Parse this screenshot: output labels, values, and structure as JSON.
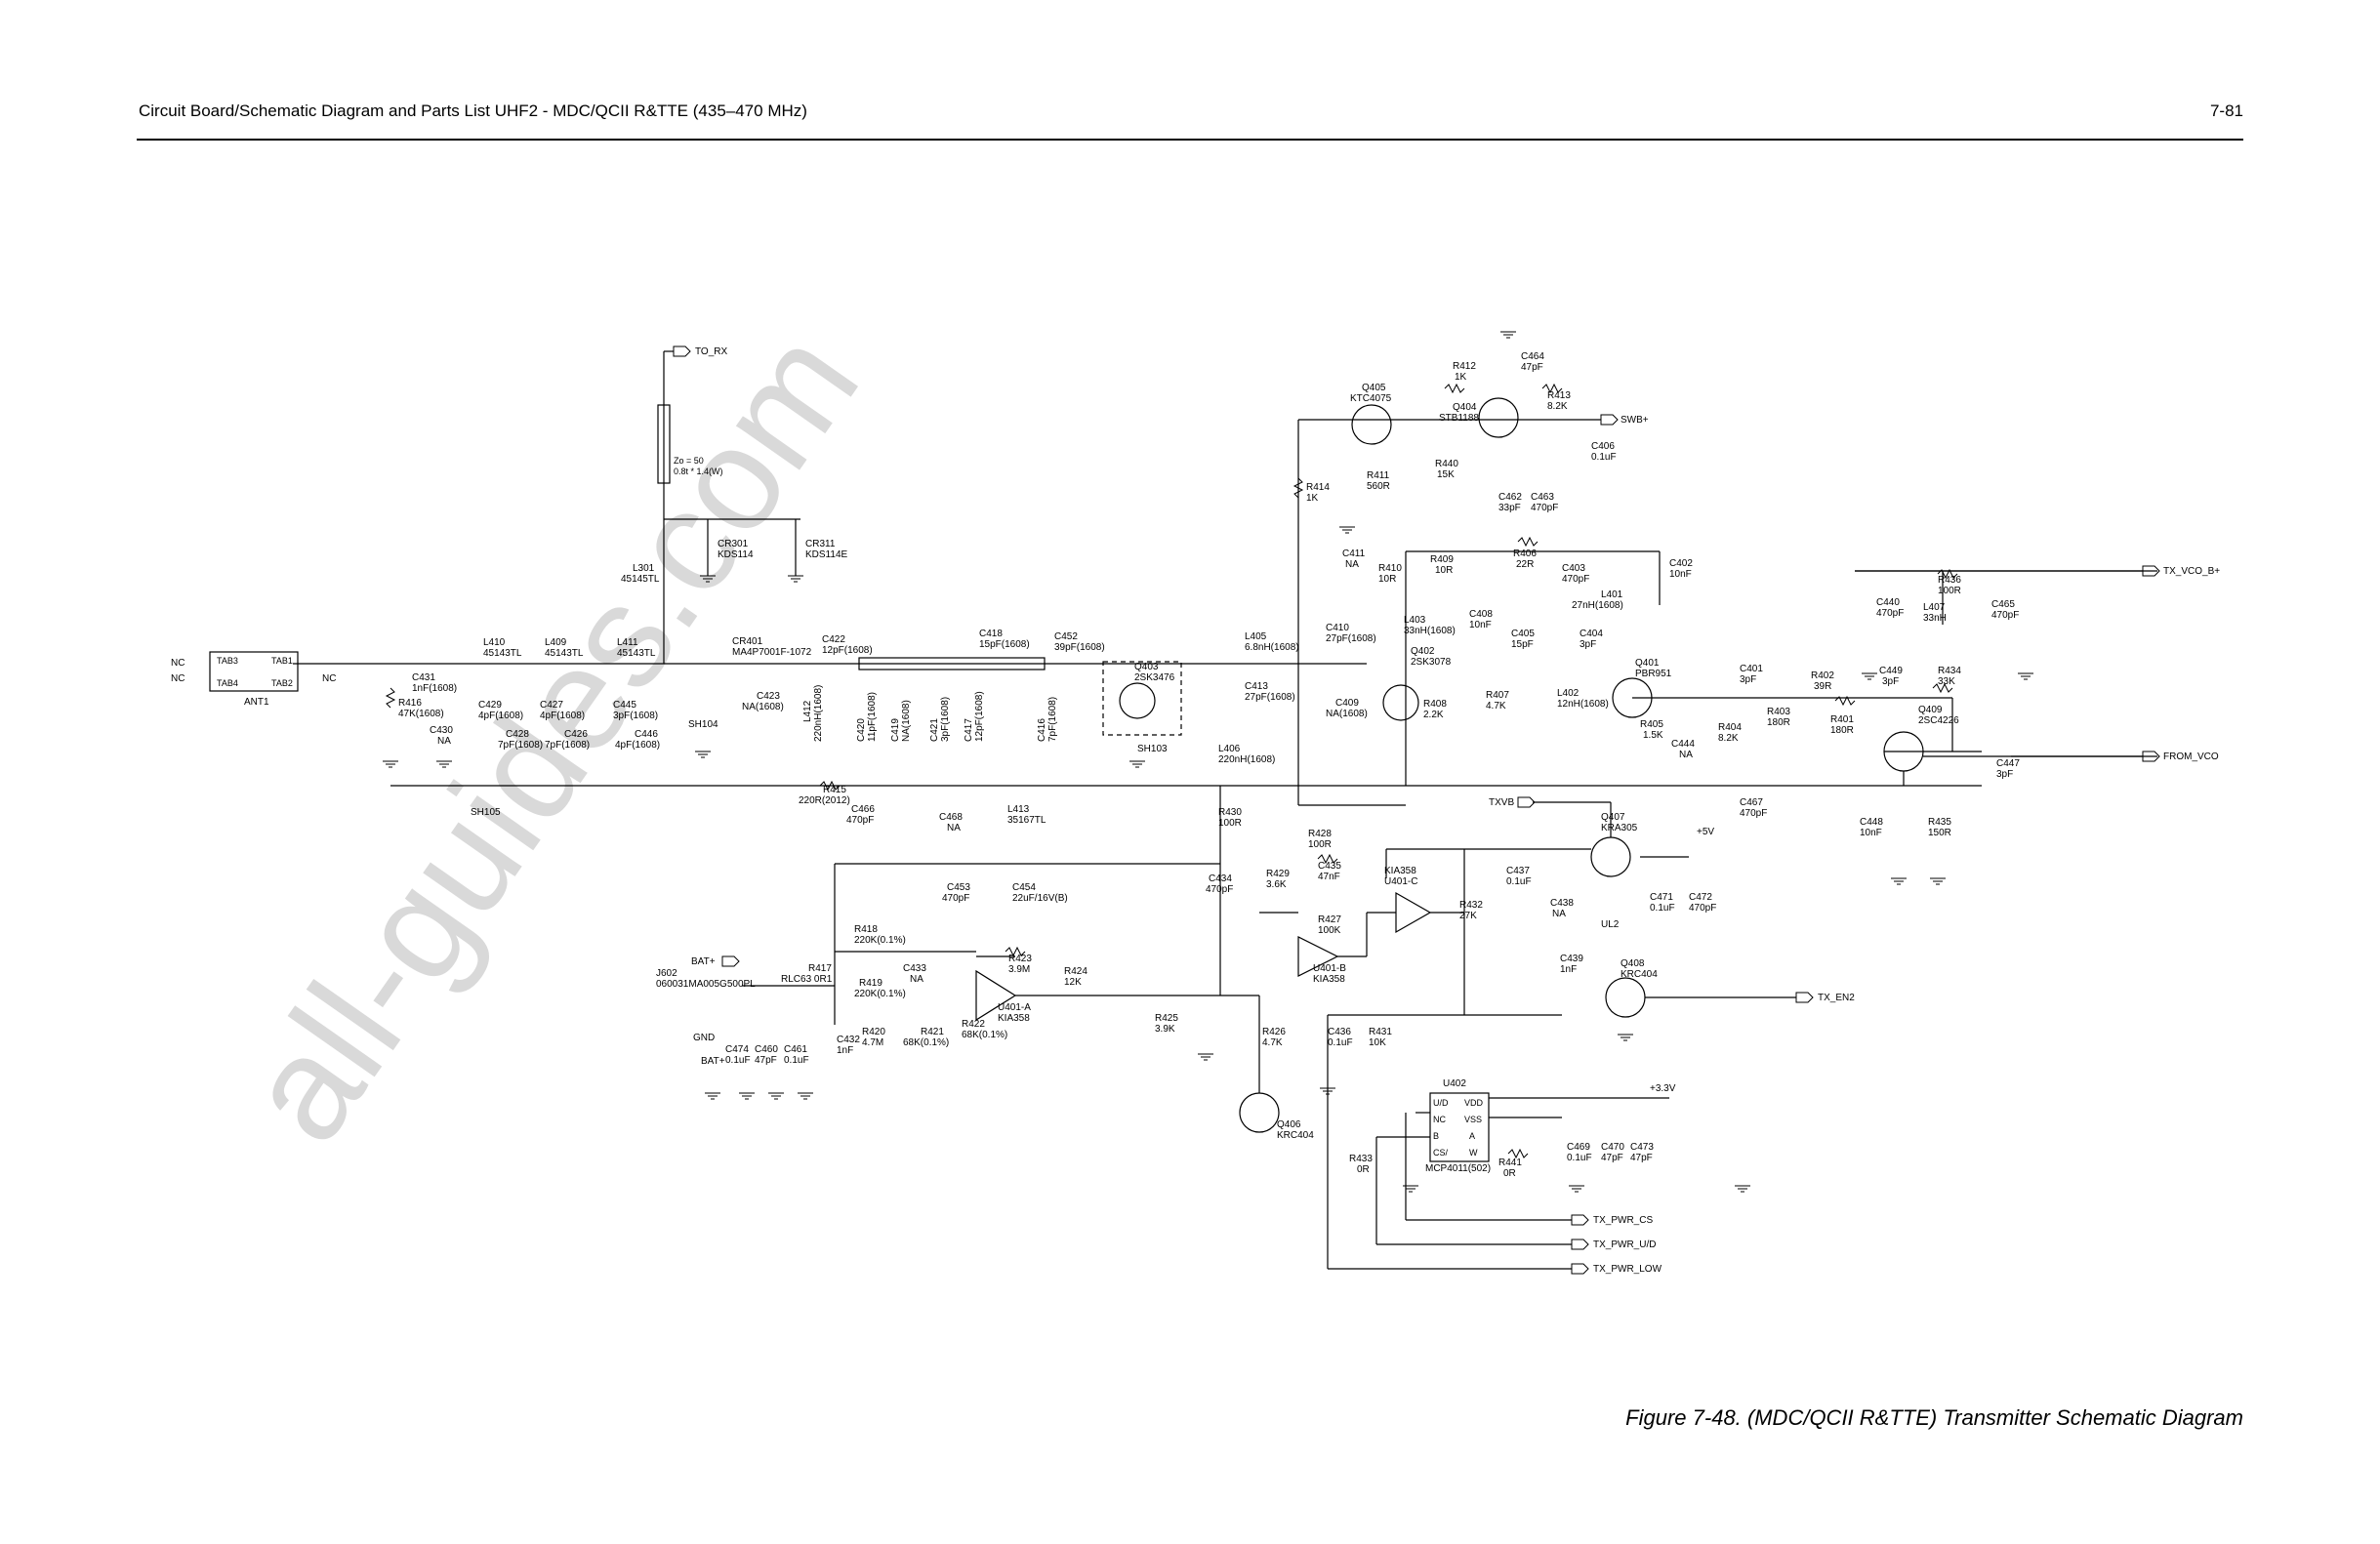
{
  "header": {
    "title": "Circuit Board/Schematic Diagram and Parts List UHF2 - MDC/QCII R&TTE (435–470 MHz)",
    "page_number": "7-81"
  },
  "caption": "Figure 7-48. (MDC/QCII R&TTE) Transmitter Schematic Diagram",
  "watermark": "all-guides.com",
  "ports": {
    "to_rx": "TO_RX",
    "swb": "SWB+",
    "tx_vco_b": "TX_VCO_B+",
    "from_vco": "FROM_VCO",
    "txvb": "TXVB",
    "tx_en2": "TX_EN2",
    "bat": "BAT+",
    "tx_pwr_cs": "TX_PWR_CS",
    "tx_pwr_ud": "TX_PWR_U/D",
    "tx_pwr_low": "TX_PWR_LOW",
    "v5": "+5V",
    "v33": "+3.3V"
  },
  "components": {
    "ant": {
      "tab3": "TAB3",
      "tab4": "TAB4",
      "tab1": "TAB1",
      "tab2": "TAB2",
      "name": "ANT1",
      "nc1": "NC",
      "nc2": "NC",
      "nc3": "NC"
    },
    "zo": {
      "l1": "Zo = 50",
      "l2": "0.8t * 1.4(W)"
    },
    "cr301": {
      "name": "CR301",
      "val": "KDS114"
    },
    "cr311": {
      "name": "CR311",
      "val": "KDS114E"
    },
    "l301": {
      "name": "L301",
      "val": "45145TL"
    },
    "cr401": {
      "name": "CR401",
      "val": "MA4P7001F-1072"
    },
    "c422": {
      "name": "C422",
      "val": "12pF(1608)"
    },
    "c418": {
      "name": "C418",
      "val": "15pF(1608)"
    },
    "c452": {
      "name": "C452",
      "val": "39pF(1608)"
    },
    "l410": {
      "name": "L410",
      "val": "45143TL"
    },
    "l409": {
      "name": "L409",
      "val": "45143TL"
    },
    "l411": {
      "name": "L411",
      "val": "45143TL"
    },
    "c431": {
      "name": "C431",
      "val": "1nF(1608)"
    },
    "r416": {
      "name": "R416",
      "val": "47K(1608)"
    },
    "c430": {
      "name": "C430",
      "val": "NA"
    },
    "c429": {
      "name": "C429",
      "val": "4pF(1608)"
    },
    "c428": {
      "name": "C428",
      "val": "7pF(1608)"
    },
    "c427": {
      "name": "C427",
      "val": "4pF(1608)"
    },
    "c426": {
      "name": "C426",
      "val": "7pF(1608)"
    },
    "c445": {
      "name": "C445",
      "val": "3pF(1608)"
    },
    "c446": {
      "name": "C446",
      "val": "4pF(1608)"
    },
    "sh104": {
      "name": "SH104"
    },
    "sh105": {
      "name": "SH105"
    },
    "sh103": {
      "name": "SH103"
    },
    "c423": {
      "name": "C423",
      "val": "NA(1608)"
    },
    "l412": {
      "name": "L412",
      "val": "220nH(1608)"
    },
    "c420": {
      "name": "C420",
      "val": "11pF(1608)"
    },
    "c419": {
      "name": "C419",
      "val": "NA(1608)"
    },
    "c421": {
      "name": "C421",
      "val": "3pF(1608)"
    },
    "c417": {
      "name": "C417",
      "val": "12pF(1608)"
    },
    "c416": {
      "name": "C416",
      "val": "7pF(1608)"
    },
    "q403": {
      "name": "Q403",
      "val": "2SK3476"
    },
    "l405": {
      "name": "L405",
      "val": "6.8nH(1608)"
    },
    "c413": {
      "name": "C413",
      "val": "27pF(1608)"
    },
    "l406": {
      "name": "L406",
      "val": "220nH(1608)"
    },
    "r415": {
      "name": "R415",
      "val": "220R(2012)"
    },
    "c466": {
      "name": "C466",
      "val": "470pF"
    },
    "c468": {
      "name": "C468",
      "val": "NA"
    },
    "l413": {
      "name": "L413",
      "val": "35167TL"
    },
    "c453": {
      "name": "C453",
      "val": "470pF"
    },
    "c454": {
      "name": "C454",
      "val": "22uF/16V(B)"
    },
    "r418": {
      "name": "R418",
      "val": "220K(0.1%)"
    },
    "r417": {
      "name": "R417",
      "val": "RLC63 0R1"
    },
    "c433": {
      "name": "C433",
      "val": "NA"
    },
    "r423": {
      "name": "R423",
      "val": "3.9M"
    },
    "r419": {
      "name": "R419",
      "val": "220K(0.1%)"
    },
    "u401a": {
      "name": "U401-A",
      "val": "KIA358"
    },
    "r424": {
      "name": "R424",
      "val": "12K"
    },
    "c432": {
      "name": "C432",
      "val": "1nF"
    },
    "r420": {
      "name": "R420",
      "val": "4.7M"
    },
    "r421": {
      "name": "R421",
      "val": "68K(0.1%)"
    },
    "r422": {
      "name": "R422",
      "val": "68K(0.1%)"
    },
    "j602": {
      "name": "J602",
      "val": "060031MA005G500PL",
      "bat": "BAT+",
      "gnd": "GND"
    },
    "c474": {
      "name": "C474",
      "val": "0.1uF"
    },
    "c460": {
      "name": "C460",
      "val": "47pF"
    },
    "c461": {
      "name": "C461",
      "val": "0.1uF"
    },
    "r430": {
      "name": "R430",
      "val": "100R"
    },
    "r428": {
      "name": "R428",
      "val": "100R"
    },
    "c434": {
      "name": "C434",
      "val": "470pF"
    },
    "r429": {
      "name": "R429",
      "val": "3.6K"
    },
    "c435": {
      "name": "C435",
      "val": "47nF"
    },
    "r427": {
      "name": "R427",
      "val": "100K"
    },
    "u401b": {
      "name": "U401-B",
      "val": "KIA358"
    },
    "u401c": {
      "name": "U401-C",
      "val": "KIA358"
    },
    "r425": {
      "name": "R425",
      "val": "3.9K"
    },
    "r426": {
      "name": "R426",
      "val": "4.7K"
    },
    "c436": {
      "name": "C436",
      "val": "0.1uF"
    },
    "r431": {
      "name": "R431",
      "val": "10K"
    },
    "q406": {
      "name": "Q406",
      "val": "KRC404"
    },
    "r433": {
      "name": "R433",
      "val": "0R"
    },
    "u402": {
      "name": "U402",
      "val": "MCP4011(502)",
      "p_ud": "U/D",
      "p_nc": "NC",
      "p_b": "B",
      "p_cs": "CS/",
      "p_vdd": "VDD",
      "p_vss": "VSS",
      "p_a": "A",
      "p_w": "W"
    },
    "r441": {
      "name": "R441",
      "val": "0R"
    },
    "c469": {
      "name": "C469",
      "val": "0.1uF"
    },
    "c470": {
      "name": "C470",
      "val": "47pF"
    },
    "c473": {
      "name": "C473",
      "val": "47pF"
    },
    "q405": {
      "name": "Q405",
      "val": "KTC4075"
    },
    "q404": {
      "name": "Q404",
      "val": "STB1188"
    },
    "r412": {
      "name": "R412",
      "val": "1K"
    },
    "c464": {
      "name": "C464",
      "val": "47pF"
    },
    "r413": {
      "name": "R413",
      "val": "8.2K"
    },
    "c406": {
      "name": "C406",
      "val": "0.1uF"
    },
    "r411": {
      "name": "R411",
      "val": "560R"
    },
    "r440": {
      "name": "R440",
      "val": "15K"
    },
    "c462": {
      "name": "C462",
      "val": "33pF"
    },
    "c463": {
      "name": "C463",
      "val": "470pF"
    },
    "r414": {
      "name": "R414",
      "val": "1K"
    },
    "c411": {
      "name": "C411",
      "val": "NA"
    },
    "r410": {
      "name": "R410",
      "val": "10R"
    },
    "r409": {
      "name": "R409",
      "val": "10R"
    },
    "r406": {
      "name": "R406",
      "val": "22R"
    },
    "c403": {
      "name": "C403",
      "val": "470pF"
    },
    "c402": {
      "name": "C402",
      "val": "10nF"
    },
    "l403": {
      "name": "L403",
      "val": "33nH(1608)"
    },
    "c408": {
      "name": "C408",
      "val": "10nF"
    },
    "l401": {
      "name": "L401",
      "val": "27nH(1608)"
    },
    "c410": {
      "name": "C410",
      "val": "27pF(1608)"
    },
    "q402": {
      "name": "Q402",
      "val": "2SK3078"
    },
    "c405": {
      "name": "C405",
      "val": "15pF"
    },
    "c404": {
      "name": "C404",
      "val": "3pF"
    },
    "q401": {
      "name": "Q401",
      "val": "PBR951"
    },
    "c409": {
      "name": "C409",
      "val": "NA(1608)"
    },
    "r408": {
      "name": "R408",
      "val": "2.2K"
    },
    "r407": {
      "name": "R407",
      "val": "4.7K"
    },
    "l402": {
      "name": "L402",
      "val": "12nH(1608)"
    },
    "r405": {
      "name": "R405",
      "val": "1.5K"
    },
    "c444": {
      "name": "C444",
      "val": "NA"
    },
    "r404": {
      "name": "R404",
      "val": "8.2K"
    },
    "c401": {
      "name": "C401",
      "val": "3pF"
    },
    "r403": {
      "name": "R403",
      "val": "180R"
    },
    "r402": {
      "name": "R402",
      "val": "39R"
    },
    "r401": {
      "name": "R401",
      "val": "180R"
    },
    "c449": {
      "name": "C449",
      "val": "3pF"
    },
    "c440": {
      "name": "C440",
      "val": "470pF"
    },
    "r436": {
      "name": "R436",
      "val": "100R"
    },
    "l407": {
      "name": "L407",
      "val": "33nH"
    },
    "c465": {
      "name": "C465",
      "val": "470pF"
    },
    "r434": {
      "name": "R434",
      "val": "33K"
    },
    "q409": {
      "name": "Q409",
      "val": "2SC4226"
    },
    "c447": {
      "name": "C447",
      "val": "3pF"
    },
    "c448": {
      "name": "C448",
      "val": "10nF"
    },
    "r435": {
      "name": "R435",
      "val": "150R"
    },
    "c467": {
      "name": "C467",
      "val": "470pF"
    },
    "q407": {
      "name": "Q407",
      "val": "KRA305"
    },
    "r432": {
      "name": "R432",
      "val": "27K"
    },
    "c437": {
      "name": "C437",
      "val": "0.1uF"
    },
    "c438": {
      "name": "C438",
      "val": "NA"
    },
    "c471": {
      "name": "C471",
      "val": "0.1uF"
    },
    "c472": {
      "name": "C472",
      "val": "470pF"
    },
    "ul2": {
      "name": "UL2"
    },
    "c439": {
      "name": "C439",
      "val": "1nF"
    },
    "q408": {
      "name": "Q408",
      "val": "KRC404"
    }
  }
}
